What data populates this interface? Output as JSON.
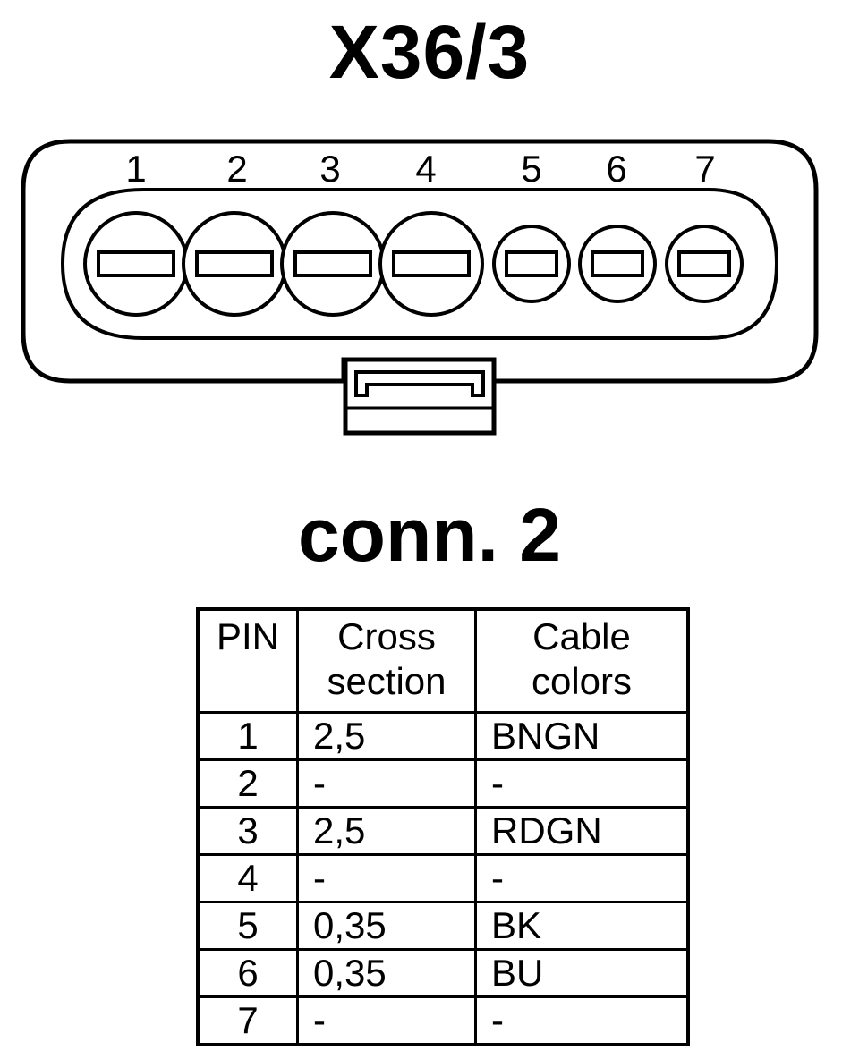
{
  "title": "X36/3",
  "subtitle": "conn. 2",
  "connector": {
    "pin_numbers": [
      "1",
      "2",
      "3",
      "4",
      "5",
      "6",
      "7"
    ]
  },
  "table": {
    "headers": {
      "pin": "PIN",
      "cross_section": [
        "Cross",
        "section"
      ],
      "cable_colors": [
        "Cable",
        "colors"
      ]
    },
    "rows": [
      {
        "pin": "1",
        "cross_section": "2,5",
        "color": "BNGN"
      },
      {
        "pin": "2",
        "cross_section": "-",
        "color": "-"
      },
      {
        "pin": "3",
        "cross_section": "2,5",
        "color": "RDGN"
      },
      {
        "pin": "4",
        "cross_section": "-",
        "color": "-"
      },
      {
        "pin": "5",
        "cross_section": "0,35",
        "color": "BK"
      },
      {
        "pin": "6",
        "cross_section": "0,35",
        "color": "BU"
      },
      {
        "pin": "7",
        "cross_section": "-",
        "color": "-"
      }
    ]
  }
}
